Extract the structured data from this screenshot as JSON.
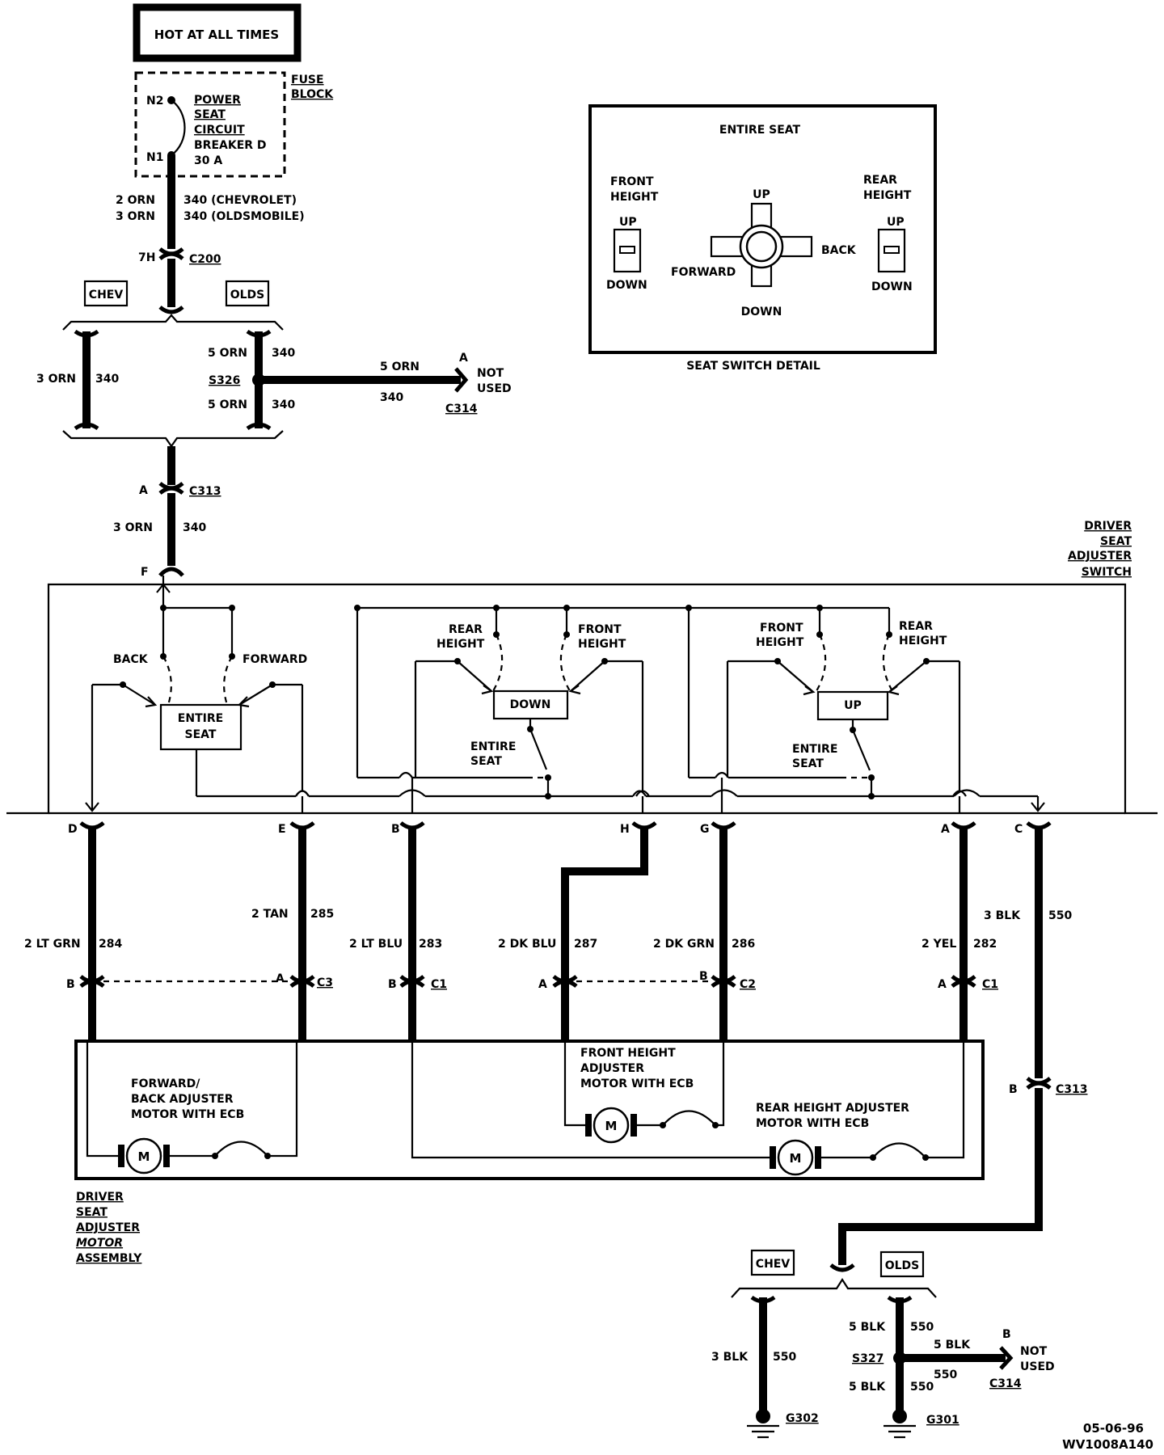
{
  "power": {
    "hot_label": "HOT AT ALL TIMES",
    "fuse_block": [
      "FUSE",
      "BLOCK"
    ],
    "breaker": [
      "POWER",
      "SEAT",
      "CIRCUIT",
      "BREAKER D",
      "30 A"
    ],
    "pin_n2": "N2",
    "pin_n1": "N1",
    "wire_chev_a": "2  ORN",
    "wire_chev_b": "340  (CHEVROLET)",
    "wire_olds_a": "3  ORN",
    "wire_olds_b": "340  (OLDSMOBILE)"
  },
  "c200": {
    "pin": "7H",
    "id": "C200"
  },
  "variant_top": {
    "chev": "CHEV",
    "olds": "OLDS",
    "left_wire_a": "3  ORN",
    "left_wire_b": "340",
    "olds_upper_a": "5  ORN",
    "olds_upper_b": "340",
    "splice": "S326",
    "olds_lower_a": "5  ORN",
    "olds_lower_b": "340",
    "branch_a": "5  ORN",
    "branch_b": "340",
    "branch_pin": "A",
    "not_used": [
      "NOT",
      "USED"
    ],
    "branch_conn": "C314"
  },
  "c313_top": {
    "pin": "A",
    "id": "C313",
    "wire_a": "3  ORN",
    "wire_b": "340",
    "pin_f": "F"
  },
  "seat_switch_detail": {
    "title": "ENTIRE SEAT",
    "caption": "SEAT SWITCH DETAIL",
    "front_height": [
      "FRONT",
      "HEIGHT"
    ],
    "rear_height": [
      "REAR",
      "HEIGHT"
    ],
    "up": "UP",
    "down": "DOWN",
    "forward": "FORWARD",
    "back": "BACK"
  },
  "switch_assembly": {
    "title": [
      "DRIVER",
      "SEAT",
      "ADJUSTER",
      "SWITCH"
    ],
    "back": "BACK",
    "forward": "FORWARD",
    "entire_seat": [
      "ENTIRE",
      "SEAT"
    ],
    "rear_height": [
      "REAR",
      "HEIGHT"
    ],
    "front_height": [
      "FRONT",
      "HEIGHT"
    ],
    "down": "DOWN",
    "up": "UP"
  },
  "outputs": [
    {
      "pin": "D",
      "wire_a": "2 LT GRN",
      "wire_b": "284",
      "motor_pin": "B"
    },
    {
      "pin": "E",
      "wire_a": "2 TAN",
      "wire_b": "285",
      "motor_pin": "A",
      "conn": "C3"
    },
    {
      "pin": "B",
      "wire_a": "2 LT BLU",
      "wire_b": "283",
      "motor_pin": "B",
      "conn": "C1"
    },
    {
      "pin": "H",
      "wire_a": "2 DK BLU",
      "wire_b": "287",
      "motor_pin": "A"
    },
    {
      "pin": "G",
      "wire_a": "2 DK GRN",
      "wire_b": "286",
      "motor_pin": "B",
      "conn": "C2"
    },
    {
      "pin": "A",
      "wire_a": "2 YEL",
      "wire_b": "282",
      "motor_pin": "A",
      "conn": "C1"
    },
    {
      "pin": "C",
      "wire_a": "3  BLK",
      "wire_b": "550"
    }
  ],
  "motor_assembly": {
    "title": [
      "DRIVER",
      "SEAT",
      "ADJUSTER",
      "MOTOR",
      "ASSEMBLY"
    ],
    "fb_motor": [
      "FORWARD/",
      "BACK ADJUSTER",
      "MOTOR WITH ECB"
    ],
    "front_motor": [
      "FRONT HEIGHT",
      "ADJUSTER",
      "MOTOR WITH ECB"
    ],
    "rear_motor": [
      "REAR HEIGHT ADJUSTER",
      "MOTOR WITH ECB"
    ],
    "m": "M"
  },
  "c313_bottom": {
    "pin": "B",
    "id": "C313"
  },
  "variant_bottom": {
    "chev": "CHEV",
    "olds": "OLDS",
    "left_wire_a": "3  BLK",
    "left_wire_b": "550",
    "olds_upper_a": "5  BLK",
    "olds_upper_b": "550",
    "splice": "S327",
    "olds_lower_a": "5  BLK",
    "olds_lower_b": "550",
    "branch_a": "5  BLK",
    "branch_b": "550",
    "branch_pin": "B",
    "not_used": [
      "NOT",
      "USED"
    ],
    "branch_conn": "C314",
    "ground_chev": "G302",
    "ground_olds": "G301"
  },
  "footer": {
    "date": "05-06-96",
    "code": "WV1008A140"
  }
}
